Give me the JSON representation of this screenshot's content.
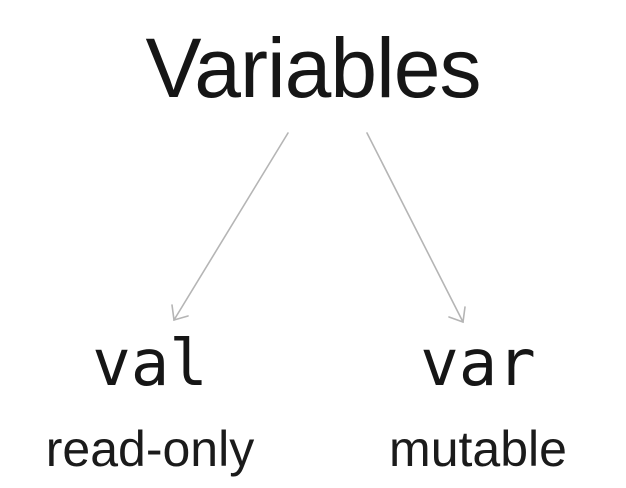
{
  "diagram": {
    "title": "Variables",
    "children": [
      {
        "keyword": "val",
        "description": "read-only"
      },
      {
        "keyword": "var",
        "description": "mutable"
      }
    ],
    "colors": {
      "text": "#161616",
      "arrow": "#b5b5b5",
      "background": "#ffffff"
    }
  }
}
